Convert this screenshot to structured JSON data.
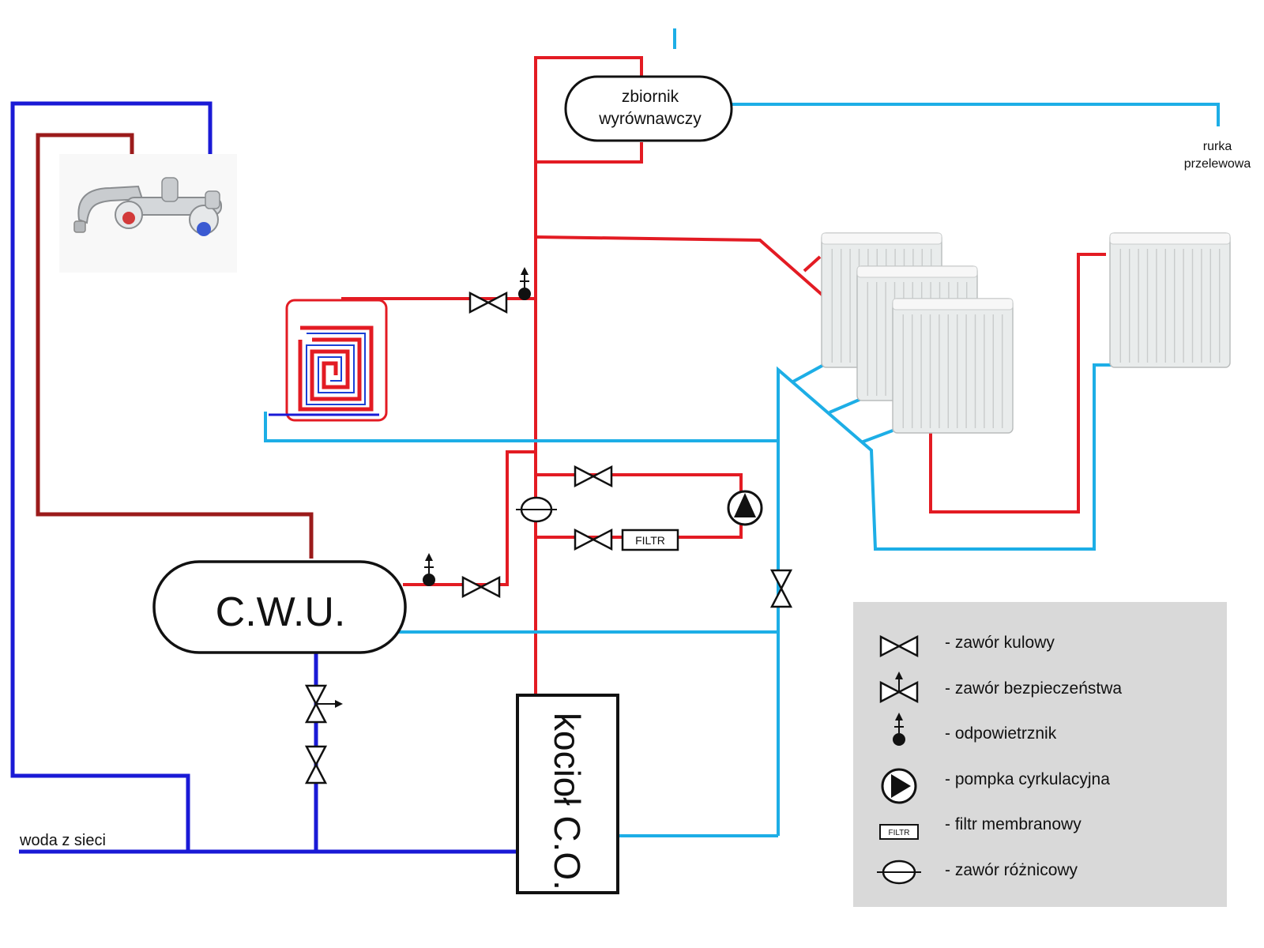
{
  "tank": {
    "line1": "zbiornik",
    "line2": "wyrównawczy"
  },
  "overflow": {
    "line1": "rurka",
    "line2": "przelewowa"
  },
  "cwu": {
    "label": "C.W.U."
  },
  "boiler": {
    "label": "kocioł C.O."
  },
  "mains": {
    "label": "woda z sieci"
  },
  "filter_tag": "FILTR",
  "legend": [
    {
      "icon": "ball-valve-icon",
      "label": "- zawór kulowy"
    },
    {
      "icon": "safety-valve-icon",
      "label": "- zawór bezpieczeństwa"
    },
    {
      "icon": "air-vent-icon",
      "label": "- odpowietrznik"
    },
    {
      "icon": "pump-icon",
      "label": "- pompka cyrkulacyjna"
    },
    {
      "icon": "filter-icon",
      "label": "- filtr membranowy",
      "tag": "FILTR"
    },
    {
      "icon": "differential-valve-icon",
      "label": "- zawór różnicowy"
    }
  ],
  "colors": {
    "supply": "#e31b23",
    "return": "#1daee6",
    "cold_water": "#1a1ad6",
    "hot_water": "#9b1b1b",
    "legend_bg": "#d9d9d9"
  }
}
